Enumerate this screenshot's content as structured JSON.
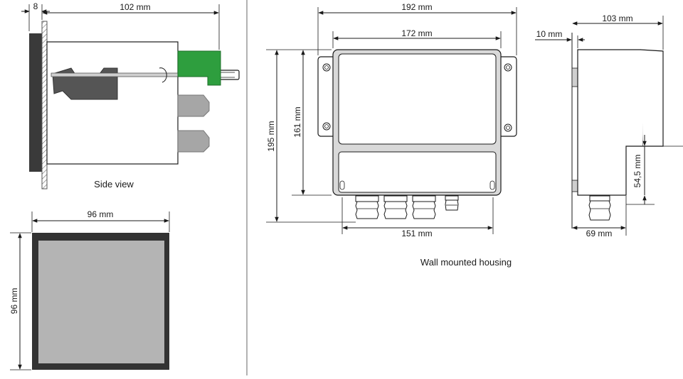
{
  "side_view": {
    "dim_panel": "8",
    "dim_depth": "102 mm",
    "caption": "Side view"
  },
  "front_view": {
    "dim_width": "96 mm",
    "dim_height": "96 mm"
  },
  "wall_housing": {
    "dim_overall_width": "192 mm",
    "dim_inner_width": "172 mm",
    "dim_overall_height": "195 mm",
    "dim_inner_height": "161 mm",
    "dim_bottom_width": "151 mm",
    "caption": "Wall mounted housing"
  },
  "wall_side": {
    "dim_depth": "103 mm",
    "dim_offset": "10 mm",
    "dim_gland_height": "54,5 mm",
    "dim_bottom": "69 mm"
  },
  "colors": {
    "line": "#1a1a1a",
    "housing_fill": "#d9d9d9",
    "bezel_dark": "#3a3a3a",
    "screen_gray": "#b4b4b4",
    "terminal_green": "#2e9e3e",
    "connector_gray": "#a6a6a6"
  }
}
